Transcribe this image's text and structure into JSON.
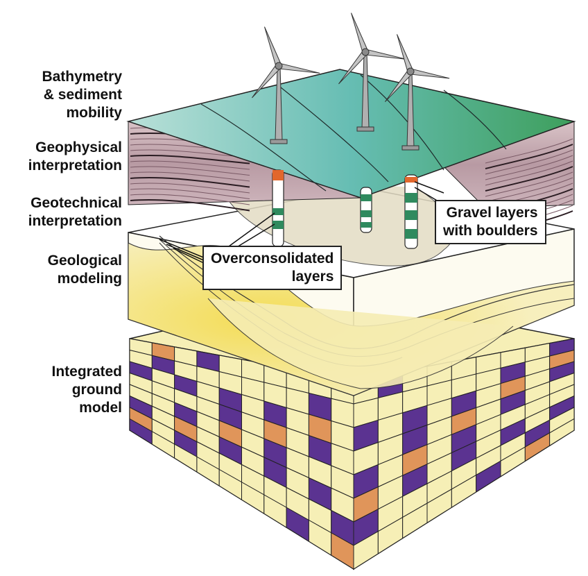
{
  "layers": [
    {
      "id": "bathymetry",
      "label": "Bathymetry\n& sediment\nmobility"
    },
    {
      "id": "geophysical",
      "label": "Geophysical\ninterpretation"
    },
    {
      "id": "geotechnical",
      "label": "Geotechnical\ninterpretation"
    },
    {
      "id": "geological",
      "label": "Geological\nmodeling"
    },
    {
      "id": "integrated",
      "label": "Integrated\nground\nmodel"
    }
  ],
  "callouts": {
    "gravel": "Gravel layers\nwith boulders",
    "overconsolidated": "Overconsolidated\nlayers"
  },
  "colors": {
    "sea_surface_light": "#a9d8d0",
    "sea_surface_mid": "#5fb8b0",
    "sea_surface_green": "#3f9f5f",
    "turbine": "#9a9a9a",
    "geology_cream": "#f6edb4",
    "geology_yellow": "#f5e07a",
    "grid_purple": "#5b3391",
    "grid_orange": "#e0955a",
    "grid_cream": "#f6efb6",
    "borehole_green": "#2f8a5e",
    "borehole_orange": "#e2672c"
  },
  "icons": [
    "wind-turbine-icon",
    "borehole-icon"
  ]
}
